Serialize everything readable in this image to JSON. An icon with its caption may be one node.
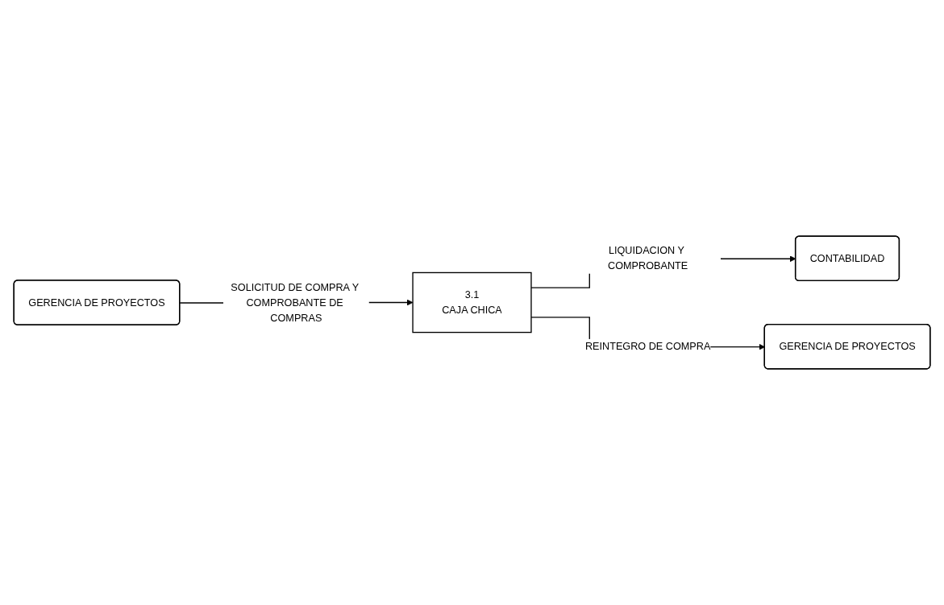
{
  "diagram": {
    "nodes": [
      {
        "text": [
          "GERENCIA DE PROYECTOS"
        ]
      },
      {
        "text": [
          "3.1",
          "CAJA CHICA"
        ]
      },
      {
        "text": [
          "CONTABILIDAD"
        ]
      },
      {
        "text": [
          "GERENCIA DE PROYECTOS"
        ]
      }
    ],
    "edges": [
      {
        "from": 0,
        "to": 1,
        "arrow": "to",
        "label": "SOLICITUD DE COMPRA Y COMPROBANTE DE COMPRAS"
      },
      {
        "from": 1,
        "to": 2,
        "arrow": "to",
        "label": "LIQUIDACION Y COMPROBANTE"
      },
      {
        "from": 1,
        "to": 3,
        "arrow": "to",
        "label": "REINTEGRO DE COMPRA"
      }
    ]
  }
}
